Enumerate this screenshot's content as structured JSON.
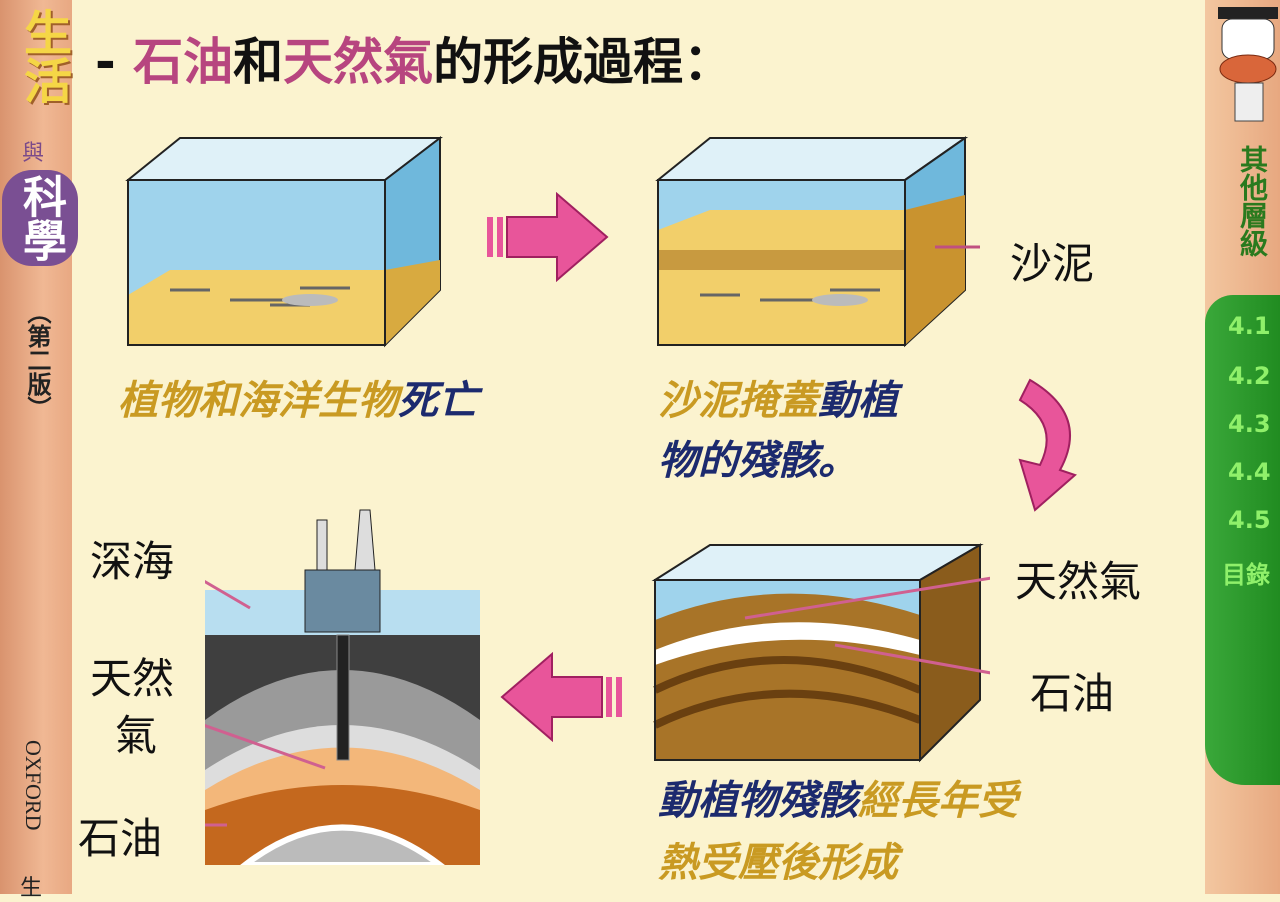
{
  "sidebar_left": {
    "brand_1": "生活",
    "brand_2": "與",
    "brand_3": "科學",
    "edition": "（第二版）",
    "publisher": "OXFORD",
    "cut_char": "生"
  },
  "title": {
    "dash": "- ",
    "part1": "石油",
    "part2": "和",
    "part3": "天然氣",
    "part4": "的形成過程："
  },
  "steps": [
    {
      "caption_gold": "植物和海洋生物",
      "caption_navy": "死亡"
    },
    {
      "caption_gold": "沙泥掩蓋",
      "caption_navy": "動植",
      "caption_navy2": "物的殘骸。",
      "label": "沙泥"
    },
    {
      "caption_navy": "動植物殘骸",
      "caption_gold": "經長年受",
      "caption_gold2": "熱受壓後形成",
      "label_gas": "天然氣",
      "label_oil": "石油"
    },
    {
      "label_sea": "深海",
      "label_gas1": "天然",
      "label_gas2": "氣",
      "label_oil": "石油"
    }
  ],
  "sidebar_right": {
    "other_label": "其他層級",
    "nav": [
      "4.1",
      "4.2",
      "4.3",
      "4.4",
      "4.5",
      "目錄"
    ]
  },
  "colors": {
    "arrow": "#e8559a",
    "gold": "#c99a22",
    "navy": "#1c2a6e",
    "nav_green": "#2f9a2a"
  }
}
